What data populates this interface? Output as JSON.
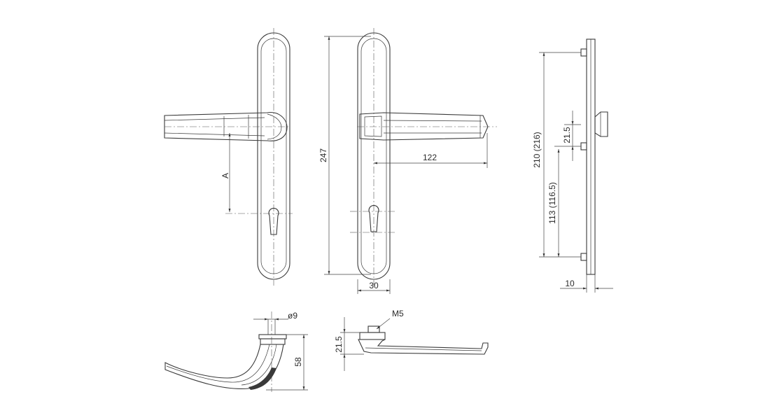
{
  "labels": {
    "dim_a": "A",
    "dim_247": "247",
    "dim_122": "122",
    "dim_30": "30",
    "dim_210": "210 (216)",
    "dim_21_5_side": "21.5",
    "dim_113": "113 (116.5)",
    "dim_10": "10",
    "dim_dia9": "ø9",
    "dim_58": "58",
    "dim_m5": "M5",
    "dim_21_5_bottom": "21.5"
  },
  "colors": {
    "line": "#3a3a3a",
    "background": "#ffffff"
  }
}
